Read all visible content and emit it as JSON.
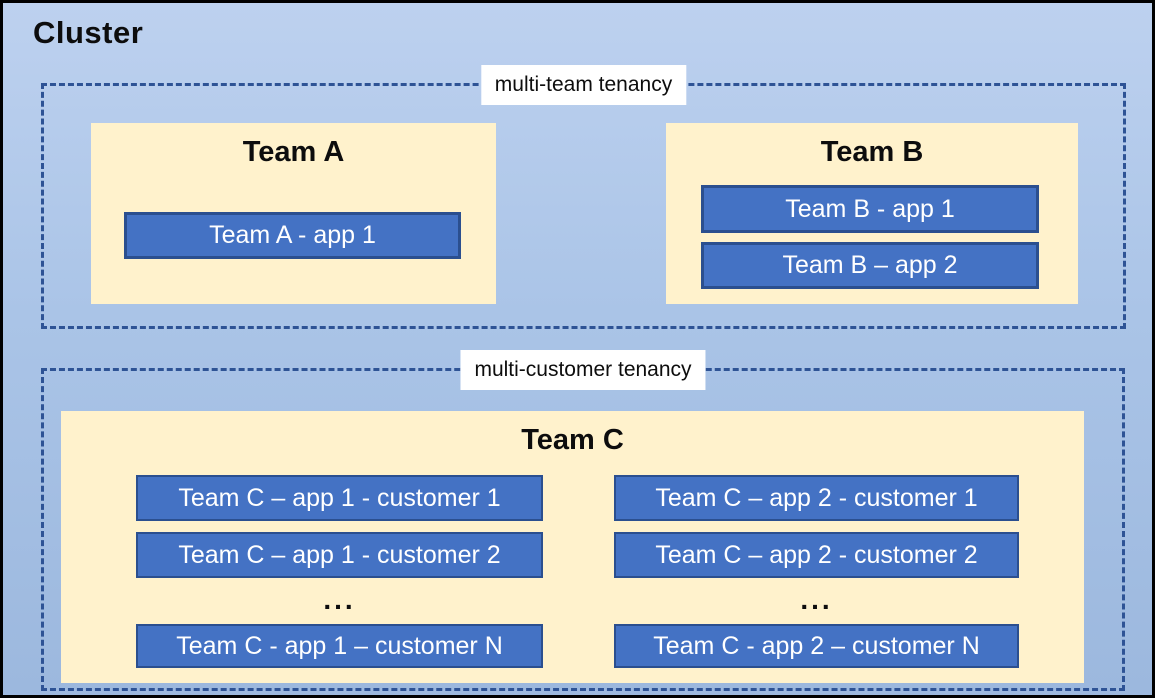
{
  "title": "Cluster",
  "colors": {
    "canvas_background_top": "#bdd1ef",
    "canvas_background_bottom": "#9cb8de",
    "canvas_border": "#000000",
    "dashed_zone_border": "#2e5395",
    "team_panel_background": "#fff2cc",
    "app_box_fill": "#4472c4",
    "app_box_border": "#2b4f8f",
    "app_box_text": "#ffffff",
    "zone_label_background": "#ffffff",
    "title_text": "#0d0d0d"
  },
  "zones": [
    {
      "label": "multi-team tenancy",
      "teams": [
        {
          "title": "Team A",
          "apps": [
            "Team A - app 1"
          ]
        },
        {
          "title": "Team B",
          "apps": [
            "Team B - app 1",
            "Team B – app 2"
          ]
        }
      ]
    },
    {
      "label": "multi-customer tenancy",
      "teams": [
        {
          "title": "Team C",
          "columns": [
            {
              "rows": [
                "Team C – app 1 - customer 1",
                "Team C – app 1 - customer 2"
              ],
              "ellipsis": "...",
              "row_n": "Team C - app 1 – customer N"
            },
            {
              "rows": [
                "Team C – app 2 - customer 1",
                "Team C – app 2 - customer 2"
              ],
              "ellipsis": "...",
              "row_n": "Team C - app 2 – customer N"
            }
          ]
        }
      ]
    }
  ]
}
